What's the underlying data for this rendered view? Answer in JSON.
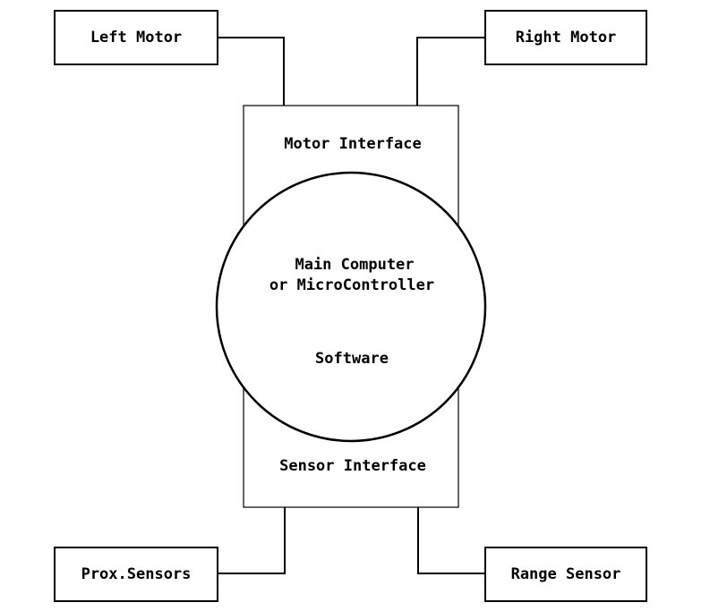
{
  "diagram": {
    "nodes": {
      "left_motor": "Left Motor",
      "right_motor": "Right Motor",
      "motor_interface": "Motor Interface",
      "main_computer_line1": "Main Computer",
      "main_computer_line2": "or MicroController",
      "software": "Software",
      "sensor_interface": "Sensor Interface",
      "prox_sensors": "Prox.Sensors",
      "range_sensor": "Range Sensor"
    },
    "edges": [
      {
        "from": "Left Motor",
        "to": "Motor Interface"
      },
      {
        "from": "Right Motor",
        "to": "Motor Interface"
      },
      {
        "from": "Prox.Sensors",
        "to": "Sensor Interface"
      },
      {
        "from": "Range Sensor",
        "to": "Sensor Interface"
      }
    ],
    "colors": {
      "stroke": "#000000",
      "background": "#ffffff"
    }
  }
}
